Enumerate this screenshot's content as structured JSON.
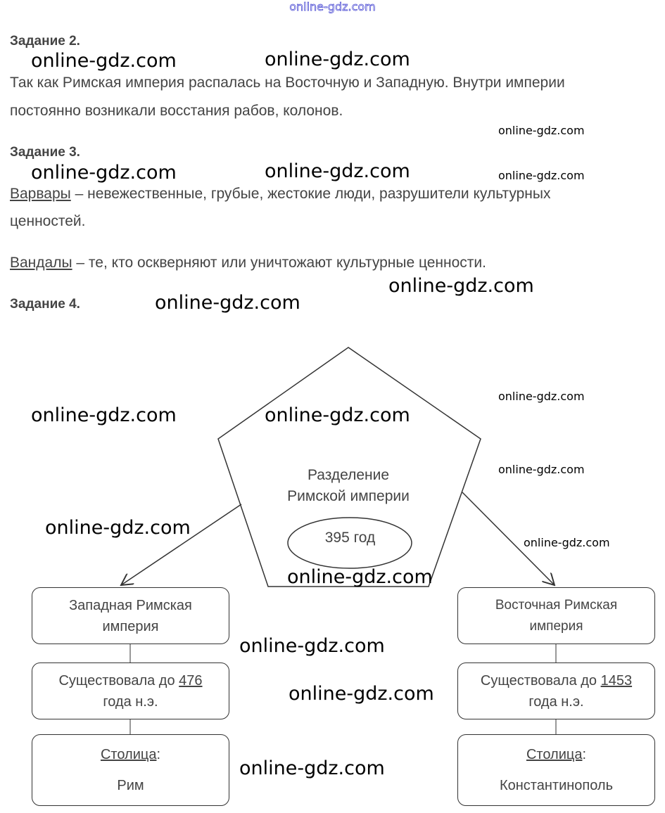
{
  "header_watermark": "online-gdz.com",
  "watermark": "online-gdz.com",
  "task2": {
    "title": "Задание 2.",
    "line1": "Так как Римская империя распалась на Восточную и Западную. Внутри империи",
    "line2": "постоянно возникали восстания рабов, колонов."
  },
  "task3": {
    "title": "Задание 3.",
    "term1": "Варвары",
    "def1a": " – невежественные, грубые, жестокие люди, разрушители культурных",
    "def1b": "ценностей.",
    "term2": "Вандалы",
    "def2": " – те, кто оскверняют или уничтожают культурные ценности."
  },
  "task4": {
    "title": "Задание 4.",
    "center": {
      "line1": "Разделение",
      "line2": "Римской империи",
      "year": "395 год"
    },
    "west": {
      "name1": "Западная Римская",
      "name2": "империя",
      "existed": "Существовала до ",
      "year": "476",
      "era": "года н.э.",
      "capital_label": "Столица",
      ":": ":",
      "capital": "Рим"
    },
    "east": {
      "name1": "Восточная Римская",
      "name2": "империя",
      "existed": "Существовала до ",
      "year": "1453",
      "era": "года н.э.",
      "capital_label": "Столица",
      "capital": "Константинополь"
    },
    "colon": ":"
  }
}
